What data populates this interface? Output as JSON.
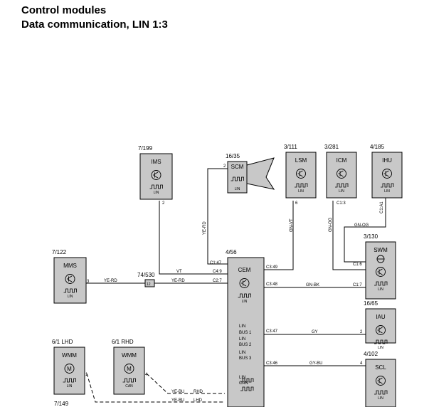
{
  "title_line1": "Control modules",
  "title_line2": "Data communication, LIN 1:3",
  "modules": [
    {
      "ref": "7/199",
      "name": "IMS",
      "icon": "transistor-icon",
      "tag": "LIN"
    },
    {
      "ref": "16/35",
      "name": "SCM",
      "icon": "",
      "tag": "LIN"
    },
    {
      "ref": "3/111",
      "name": "LSM",
      "icon": "transistor-icon",
      "tag": "LIN"
    },
    {
      "ref": "3/281",
      "name": "ICM",
      "icon": "transistor-icon",
      "tag": "LIN"
    },
    {
      "ref": "4/185",
      "name": "IHU",
      "icon": "transistor-icon",
      "tag": "LIN"
    },
    {
      "ref": "7/122",
      "name": "MMS",
      "icon": "transistor-icon",
      "tag": "LIN"
    },
    {
      "ref": "4/56",
      "name": "CEM",
      "icon": "transistor-icon",
      "tag": "LIN"
    },
    {
      "ref": "3/130",
      "name": "SWM",
      "icon": "transistor-icon",
      "tag": "LIN"
    },
    {
      "ref": "16/65",
      "name": "IAU",
      "icon": "transistor-icon",
      "tag": "LIN"
    },
    {
      "ref": "4/102",
      "name": "SCL",
      "icon": "transistor-icon",
      "tag": "LIN"
    },
    {
      "ref": "6/1  LHD",
      "name": "WMM",
      "icon": "motor-icon",
      "tag": "LIN"
    },
    {
      "ref": "6/1  RHD",
      "name": "WMM",
      "icon": "motor-icon",
      "tag": "CAN"
    },
    {
      "ref": "7/149",
      "name": "",
      "icon": "",
      "tag": ""
    }
  ],
  "connector": {
    "ref": "74/530",
    "pin": "12"
  },
  "cem_bus_labels": [
    "LIN",
    "BUS 1",
    "LIN",
    "BUS 2",
    "LIN",
    "BUS 3",
    "LIN",
    "CAN"
  ],
  "pins": [
    "2",
    "2",
    "6",
    "C1:3",
    "C1:A1",
    "3",
    "4",
    "1",
    "C1:6",
    "C1:7",
    "2",
    "4",
    "C1:47",
    "C4:9",
    "C2:7",
    "C3:49",
    "C3:48",
    "C3:47",
    "C3:46"
  ],
  "wires": [
    "YE-RD",
    "GN-VT",
    "GN-OG",
    "GN-OG",
    "VT",
    "YE-RD",
    "YE-RD",
    "GN-BK",
    "GY",
    "GY-BU",
    "YE-BU",
    "RHD",
    "YE-BU",
    "LHD"
  ],
  "colors": {
    "module_fill": "#c8c8c8",
    "line": "#000000",
    "background": "#ffffff"
  }
}
